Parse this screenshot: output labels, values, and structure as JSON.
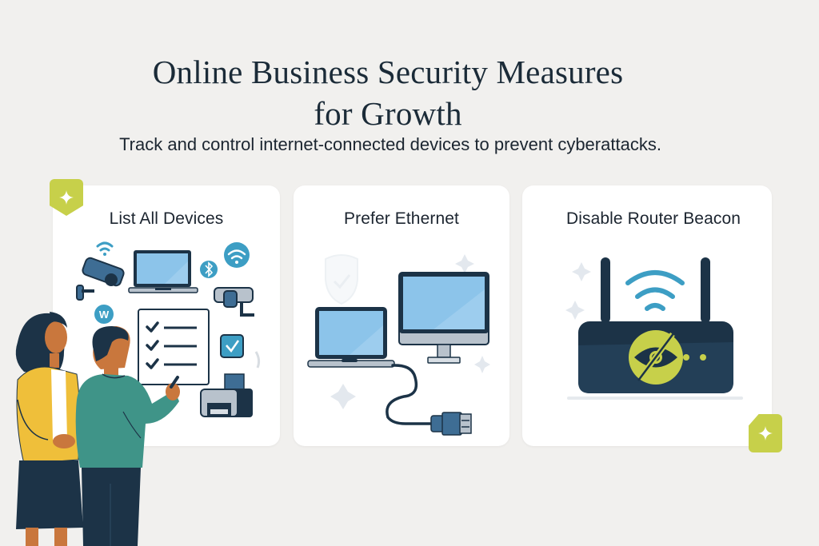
{
  "header": {
    "title_line1": "Online Business Security Measures",
    "title_line2": "for Growth",
    "subtitle": "Track and control internet-connected devices to prevent cyberattacks."
  },
  "cards": [
    {
      "title": "List All Devices",
      "icons": [
        "wifi-icon",
        "security-camera-icon",
        "laptop-icon",
        "bluetooth-icon",
        "wifi-circle-icon",
        "w-circle-icon",
        "checklist-icon",
        "checkbox-icon",
        "printer-icon"
      ],
      "illustration": "two-people-reviewing-device-checklist"
    },
    {
      "title": "Prefer Ethernet",
      "icons": [
        "shield-check-icon",
        "laptop-icon",
        "desktop-monitor-icon",
        "ethernet-cable-icon"
      ]
    },
    {
      "title": "Disable Router Beacon",
      "icons": [
        "router-icon",
        "wifi-signal-icon",
        "eye-slash-icon"
      ]
    }
  ],
  "badges": [
    {
      "icon": "sparkle-icon",
      "position": "top-left"
    },
    {
      "icon": "sparkle-icon",
      "position": "bottom-right"
    }
  ],
  "colors": {
    "background": "#f1f0ee",
    "card": "#ffffff",
    "accent_lime": "#c7d04a",
    "navy": "#1c3347",
    "teal": "#3d9ec4",
    "screen_blue": "#8cc4ea",
    "jacket_yellow": "#efbf3a",
    "sweater_teal": "#3f9488"
  }
}
